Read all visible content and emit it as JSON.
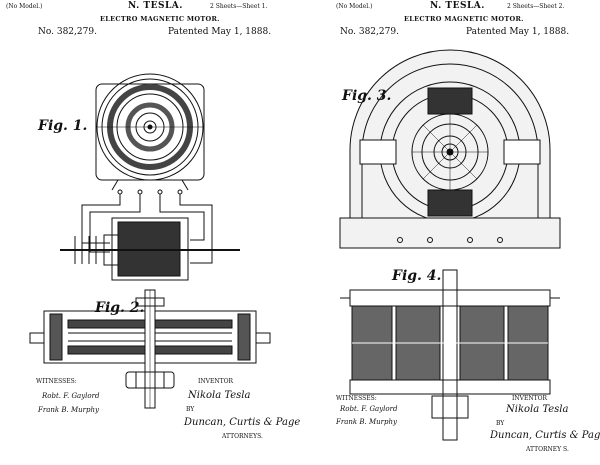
{
  "sheets": [
    {
      "model_note": "(No Model.)",
      "sheet_label": "2 Sheets—Sheet 1.",
      "inventor": "N. TESLA.",
      "title": "ELECTRO MAGNETIC MOTOR.",
      "number": "No. 382,279.",
      "date": "Patented May 1, 1888.",
      "figures": [
        "Fig. 1.",
        "Fig. 2."
      ],
      "witnesses_label": "WITNESSES:",
      "witness_1": "Robt. F. Gaylord",
      "witness_2": "Frank B. Murphy",
      "inventor_label": "INVENTOR",
      "signature": "Nikola Tesla",
      "by": "BY",
      "attorneys": "Duncan, Curtis & Page",
      "attorneys_label": "ATTORNEYS."
    },
    {
      "model_note": "(No Model.)",
      "sheet_label": "2 Sheets—Sheet 2.",
      "inventor": "N. TESLA.",
      "title": "ELECTRO MAGNETIC MOTOR.",
      "number": "No. 382,279.",
      "date": "Patented May 1, 1888.",
      "figures": [
        "Fig. 3.",
        "Fig. 4."
      ],
      "witnesses_label": "WITNESSES:",
      "witness_1": "Robt. F. Gaylord",
      "witness_2": "Frank B. Murphy",
      "inventor_label": "INVENTOR",
      "signature": "Nikola Tesla",
      "by": "BY",
      "attorneys": "Duncan, Curtis & Page",
      "attorneys_label": "ATTORNEY S."
    }
  ]
}
